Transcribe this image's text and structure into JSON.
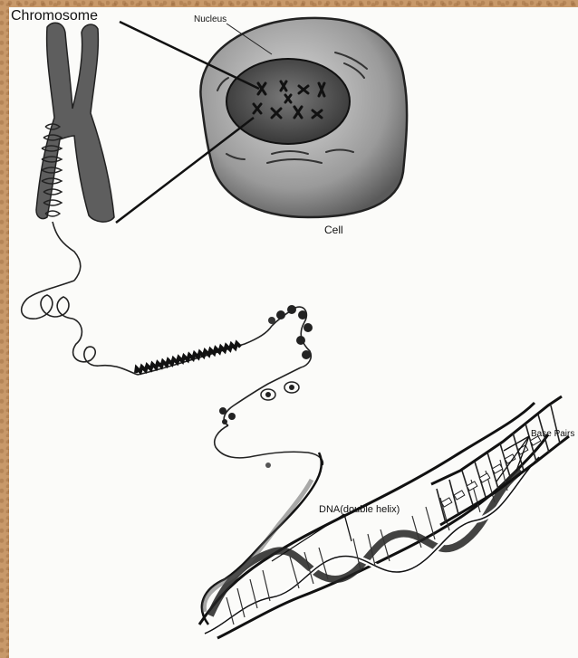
{
  "labels": {
    "chromosome": "Chromosome",
    "nucleus": "Nucleus",
    "cell": "Cell",
    "dna": "DNA(double helix)",
    "base_pairs": "Base Pairs"
  }
}
